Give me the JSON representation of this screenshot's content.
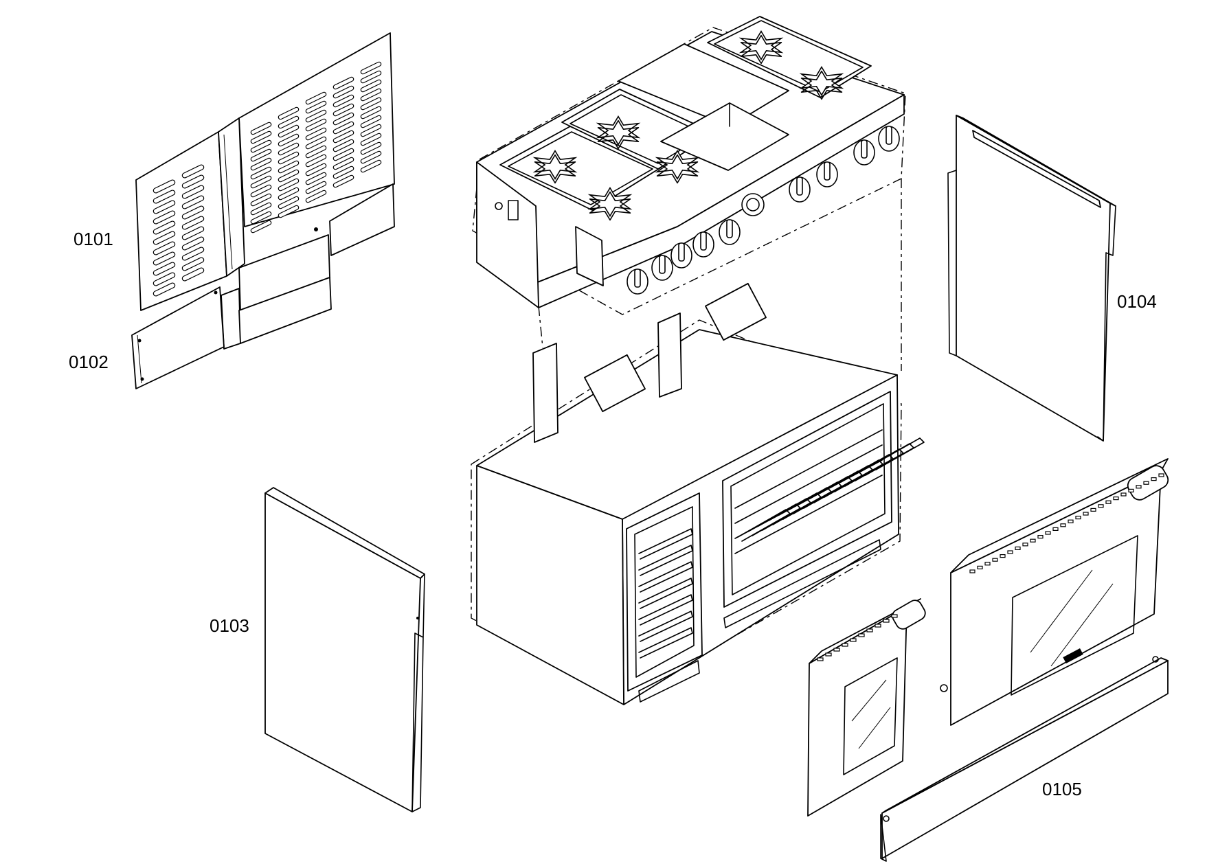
{
  "labels": {
    "p0101": "0101",
    "p0102": "0102",
    "p0103": "0103",
    "p0104": "0104",
    "p0105": "0105"
  },
  "colors": {
    "line": "#000000",
    "background": "#ffffff"
  }
}
